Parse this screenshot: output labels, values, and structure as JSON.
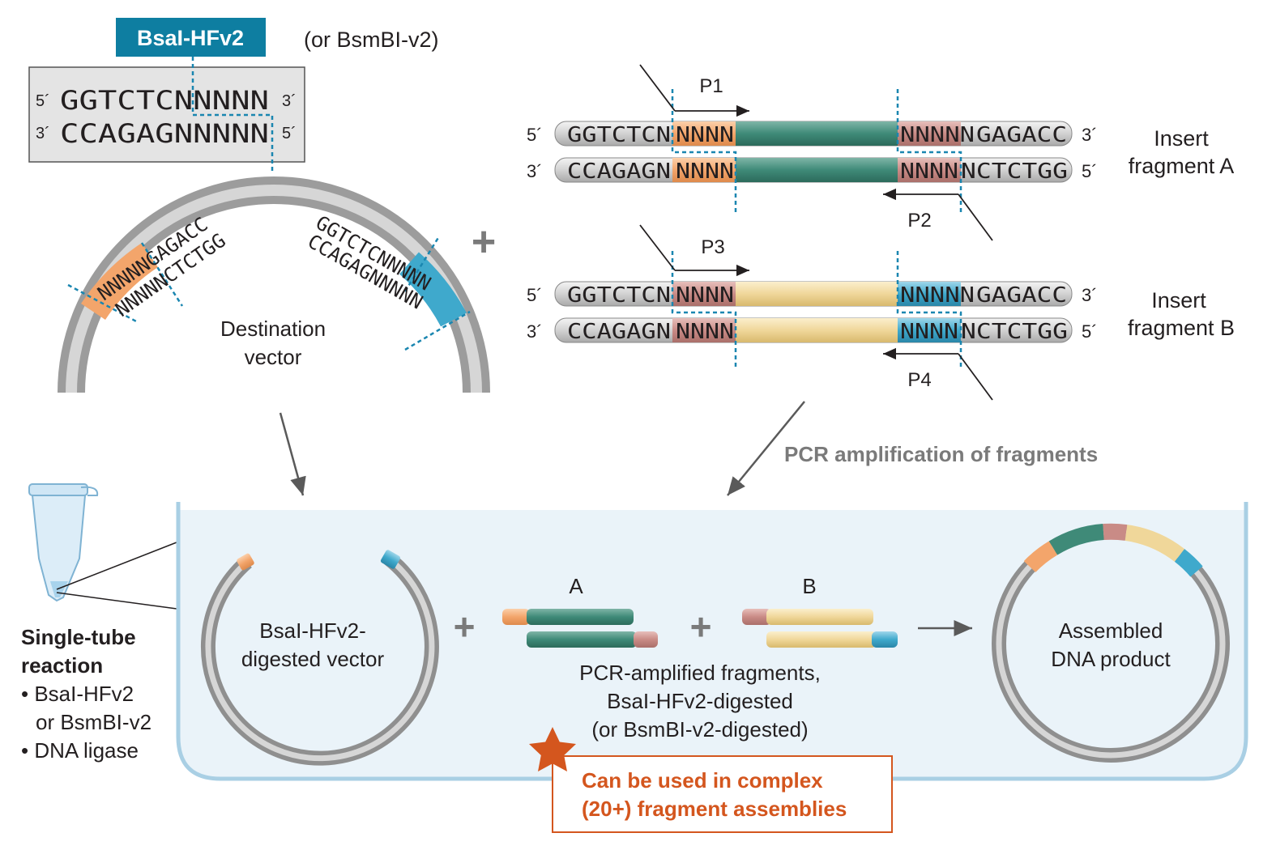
{
  "enzyme": {
    "label": "BsaI-HFv2",
    "alt": "(or BsmBI-v2)",
    "top_strand": "GGTCTCNNNNN",
    "bottom_strand": "CCAGAGNNNNN",
    "end5": "5´",
    "end3": "3´"
  },
  "vector": {
    "label_line1": "Destination",
    "label_line2": "vector",
    "left_top": "NNNNNGAGACC",
    "left_bottom": "NNNNNCTCTGG",
    "right_top": "GGTCTCNNNNN",
    "right_bottom": "CCAGAGNNNNN"
  },
  "plus": "+",
  "fragments": [
    {
      "name_line1": "Insert",
      "name_line2": "fragment A",
      "top_left": "GGTCTCN",
      "top_n1": "NNNN",
      "top_n2": "NNNNN",
      "top_right": "GAGACC",
      "bottom_left": "CCAGAGN",
      "bottom_n1": "NNNN",
      "bottom_n2": "NNNN",
      "bottom_right": "NCTCTGG",
      "primer_fwd": "P1",
      "primer_rev": "P2",
      "colors": {
        "left": "#f3a56b",
        "body": "#3f8a78",
        "right": "#c98b86"
      }
    },
    {
      "name_line1": "Insert",
      "name_line2": "fragment B",
      "top_left": "GGTCTCN",
      "top_n1": "NNNN",
      "top_n2": "NNNNN",
      "top_right": "GAGACC",
      "bottom_left": "CCAGAGN",
      "bottom_n1": "NNNN",
      "bottom_n2": "NNNN",
      "bottom_right": "NCTCTGG",
      "primer_fwd": "P3",
      "primer_rev": "P4",
      "colors": {
        "left": "#c98b86",
        "body": "#f0d79a",
        "right": "#3fa9cc"
      }
    }
  ],
  "pcr_label": "PCR amplification of fragments",
  "tube": {
    "title_line1": "Single-tube",
    "title_line2": "reaction",
    "bullet1_line1": "• BsaI-HFv2",
    "bullet1_line2": "or BsmBI-v2",
    "bullet2": "• DNA ligase"
  },
  "digested_vector_line1": "BsaI-HFv2-",
  "digested_vector_line2": "digested vector",
  "frag_a_label": "A",
  "frag_b_label": "B",
  "pcr_frag_line1": "PCR-amplified fragments,",
  "pcr_frag_line2": "BsaI-HFv2-digested",
  "pcr_frag_line3": "(or BsmBI-v2-digested)",
  "product_line1": "Assembled",
  "product_line2": "DNA product",
  "callout_line1": "Can be used in complex",
  "callout_line2": "(20+) fragment assemblies",
  "colors": {
    "enzyme_box": "#0e7ea1",
    "dotted": "#1a86b0",
    "callout": "#d4561e",
    "tank_fill": "#eaf3f9",
    "tank_stroke": "#a9cfe4",
    "orange": "#f3a56b",
    "teal": "#3f8a78",
    "rose": "#c98b86",
    "sand": "#f0d79a",
    "cyan": "#3fa9cc"
  }
}
